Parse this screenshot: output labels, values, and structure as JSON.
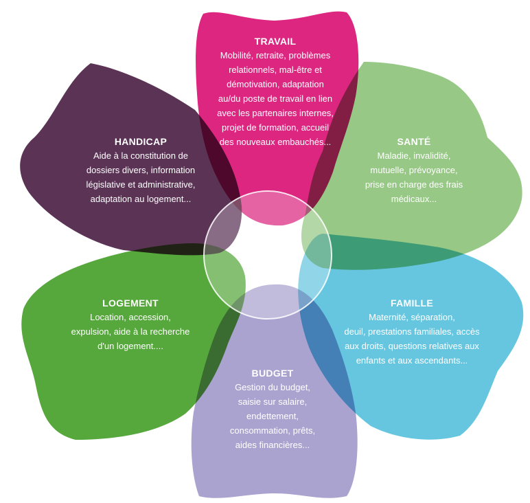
{
  "petals": {
    "travail": {
      "title": "TRAVAIL",
      "body": "Mobilité, retraite, problèmes\nrelationnels, mal-être et\ndémotivation, adaptation\nau/du poste de travail en lien\navec les partenaires internes,\nprojet de formation, accueil\ndes nouveaux embauchés...",
      "color": "#dc2680"
    },
    "sante": {
      "title": "SANTÉ",
      "body": "Maladie, invalidité,\nmutuelle, prévoyance,\nprise en charge des  frais\nmédicaux...",
      "color": "#97c886"
    },
    "famille": {
      "title": "FAMILLE",
      "body": "Maternité, séparation,\ndeuil, prestations familiales, accès\naux droits, questions relatives aux\nenfants et aux ascendants...",
      "color": "#66c6e0"
    },
    "budget": {
      "title": "BUDGET",
      "body": "Gestion du budget,\nsaisie sur salaire,\nendettement,\nconsommation, prêts,\naides financières...",
      "color": "#aaa3cf"
    },
    "logement": {
      "title": "LOGEMENT",
      "body": "Location, accession,\nexpulsion, aide à la recherche\nd'un logement....",
      "color": "#56a83c"
    },
    "handicap": {
      "title": "HANDICAP",
      "body": "Aide à la constitution de\ndossiers divers, information\nlégislative et administrative,\nadaptation au logement...",
      "color": "#5a3355"
    }
  }
}
